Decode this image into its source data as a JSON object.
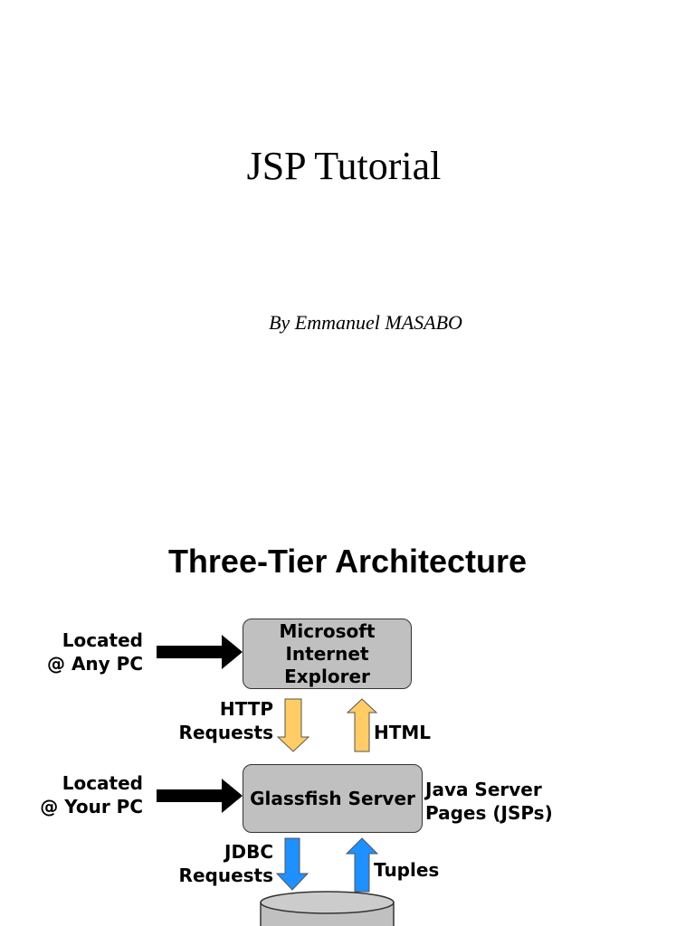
{
  "slide1": {
    "title": "JSP Tutorial",
    "author": "By Emmanuel MASABO"
  },
  "slide2": {
    "title": "Three-Tier Architecture",
    "browser_box": [
      "Microsoft",
      "Internet",
      "Explorer"
    ],
    "server_box": "Glassfish Server",
    "location_any": [
      "Located",
      "@ Any PC"
    ],
    "location_your": [
      "Located",
      "@ Your PC"
    ],
    "http_requests": [
      "HTTP",
      "Requests"
    ],
    "html_label": "HTML",
    "jsp_label": [
      "Java Server",
      "Pages (JSPs)"
    ],
    "jdbc_requests": [
      "JDBC",
      "Requests"
    ],
    "tuples_label": "Tuples",
    "colors": {
      "request_arrow": "#ffcc66",
      "db_arrow": "#1e90ff",
      "box_fill": "#c0c0c0",
      "location_arrow": "#000000"
    }
  }
}
